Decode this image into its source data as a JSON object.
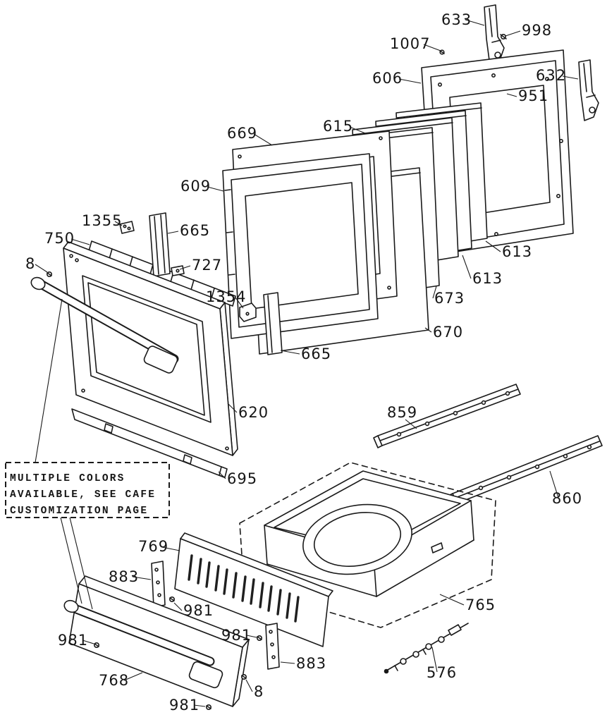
{
  "colors": {
    "line": "#1a1a1a",
    "background": "#ffffff"
  },
  "note": {
    "lines": [
      "MULTIPLE COLORS",
      "AVAILABLE, SEE CAFE",
      "CUSTOMIZATION PAGE"
    ]
  },
  "labels": [
    {
      "text": "633"
    },
    {
      "text": "998"
    },
    {
      "text": "1007"
    },
    {
      "text": "606"
    },
    {
      "text": "632"
    },
    {
      "text": "951"
    },
    {
      "text": "615"
    },
    {
      "text": "669"
    },
    {
      "text": "609"
    },
    {
      "text": "1355"
    },
    {
      "text": "750"
    },
    {
      "text": "665"
    },
    {
      "text": "8"
    },
    {
      "text": "727"
    },
    {
      "text": "1354"
    },
    {
      "text": "613"
    },
    {
      "text": "613"
    },
    {
      "text": "673"
    },
    {
      "text": "670"
    },
    {
      "text": "665"
    },
    {
      "text": "620"
    },
    {
      "text": "859"
    },
    {
      "text": "695"
    },
    {
      "text": "860"
    },
    {
      "text": "769"
    },
    {
      "text": "883"
    },
    {
      "text": "981"
    },
    {
      "text": "765"
    },
    {
      "text": "981"
    },
    {
      "text": "981"
    },
    {
      "text": "883"
    },
    {
      "text": "768"
    },
    {
      "text": "8"
    },
    {
      "text": "576"
    },
    {
      "text": "981"
    }
  ]
}
